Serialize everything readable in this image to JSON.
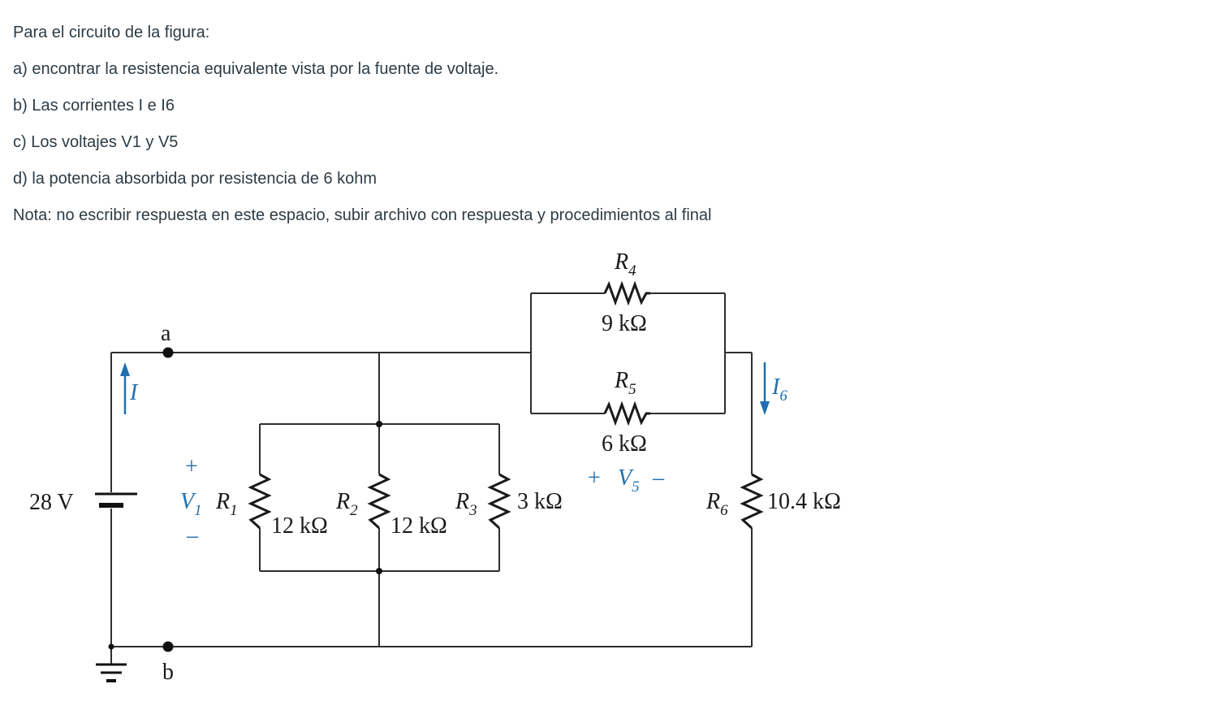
{
  "question": {
    "intro": "Para el circuito de la figura:",
    "a": "a) encontrar la resistencia equivalente vista por la fuente de voltaje.",
    "b": "b) Las corrientes I e I6",
    "c": "c) Los voltajes V1 y V5",
    "d": "d) la potencia absorbida por resistencia de 6 kohm",
    "note": "Nota: no escribir respuesta en este espacio, subir archivo con respuesta y procedimientos al final"
  },
  "circuit": {
    "source": "28 V",
    "node_a": "a",
    "node_b": "b",
    "current_I": "I",
    "current_I6": {
      "main": "I",
      "sub": "6"
    },
    "v1": {
      "plus": "+",
      "main": "V",
      "sub": "1",
      "minus": "–"
    },
    "v5": {
      "plus": "+",
      "main": "V",
      "sub": "5",
      "minus": "–"
    },
    "R1": {
      "main": "R",
      "sub": "1",
      "value": "12 kΩ"
    },
    "R2": {
      "main": "R",
      "sub": "2",
      "value": "12 kΩ"
    },
    "R3": {
      "main": "R",
      "sub": "3",
      "value": "3 kΩ"
    },
    "R4": {
      "main": "R",
      "sub": "4",
      "value": "9 kΩ"
    },
    "R5": {
      "main": "R",
      "sub": "5",
      "value": "6 kΩ"
    },
    "R6": {
      "main": "R",
      "sub": "6",
      "value": "10.4 kΩ"
    },
    "colors": {
      "wire": "#2e2e2e",
      "accent": "#1f6fb0",
      "text": "#2d3b45"
    }
  }
}
